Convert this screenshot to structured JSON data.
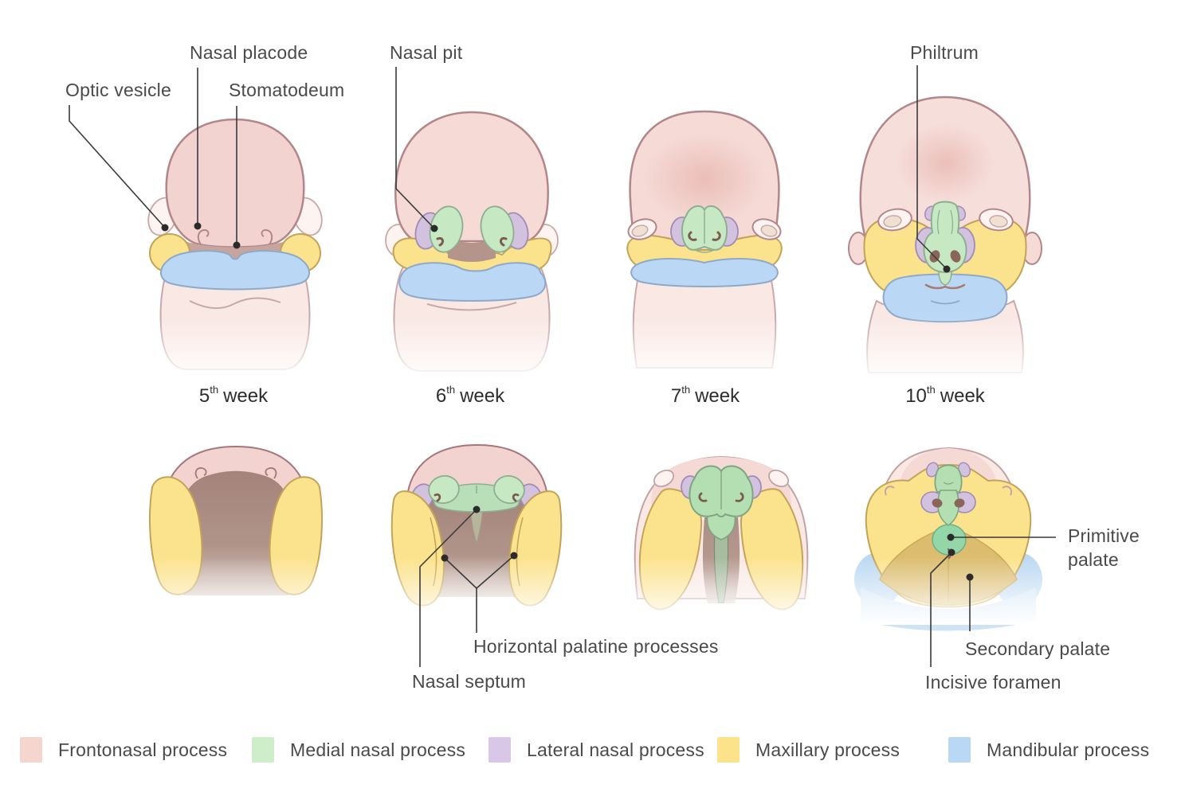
{
  "annotations": {
    "optic_vesicle": "Optic vesicle",
    "nasal_placode": "Nasal placode",
    "stomatodeum": "Stomatodeum",
    "nasal_pit": "Nasal pit",
    "philtrum": "Philtrum",
    "nasal_septum": "Nasal septum",
    "horizontal_palatine_processes": "Horizontal palatine processes",
    "primitive_palate": "Primitive palate",
    "secondary_palate": "Secondary palate",
    "incisive_foramen": "Incisive foramen"
  },
  "weeks": [
    {
      "num": "5",
      "sup": "th",
      "word": "week"
    },
    {
      "num": "6",
      "sup": "th",
      "word": "week"
    },
    {
      "num": "7",
      "sup": "th",
      "word": "week"
    },
    {
      "num": "10",
      "sup": "th",
      "word": "week"
    }
  ],
  "legend": {
    "items": [
      {
        "label": "Frontonasal process",
        "color": "#f7d5cf"
      },
      {
        "label": "Medial nasal process",
        "color": "#ceeec9"
      },
      {
        "label": "Lateral nasal process",
        "color": "#d9c7e7"
      },
      {
        "label": "Maxillary process",
        "color": "#fce28b"
      },
      {
        "label": "Mandibular process",
        "color": "#b9d8f6"
      }
    ]
  }
}
